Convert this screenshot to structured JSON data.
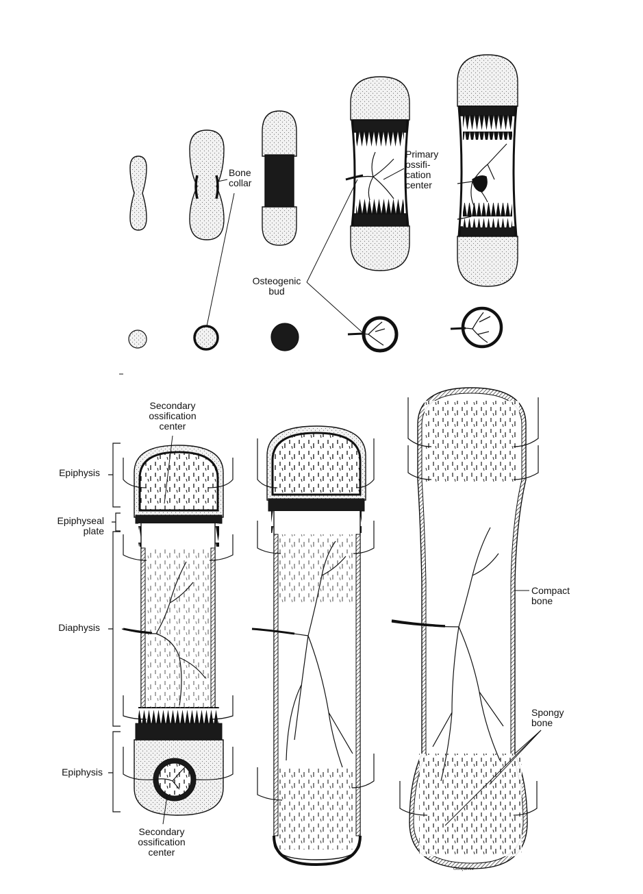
{
  "labels": {
    "bone_collar": "Bone\ncollar",
    "primary_ossification_center": "Primary\nossifi-\ncation\ncenter",
    "osteogenic_bud": "Osteogenic\nbud",
    "secondary_ossification_center_top": "Secondary\nossification\ncenter",
    "secondary_ossification_center_bottom": "Secondary\nossification\ncenter",
    "epiphysis_top": "Epiphysis",
    "epiphyseal_plate": "Epiphyseal\nplate",
    "diaphysis": "Diaphysis",
    "epiphysis_bottom": "Epiphysis",
    "compact_bone": "Compact\nbone",
    "spongy_bone": "Spongy\nbone",
    "signature": "Gonçalves"
  },
  "colors": {
    "ink": "#111111",
    "cartilage": "#e9e9e9",
    "bone_dark": "#1a1a1a",
    "paper": "#ffffff"
  }
}
